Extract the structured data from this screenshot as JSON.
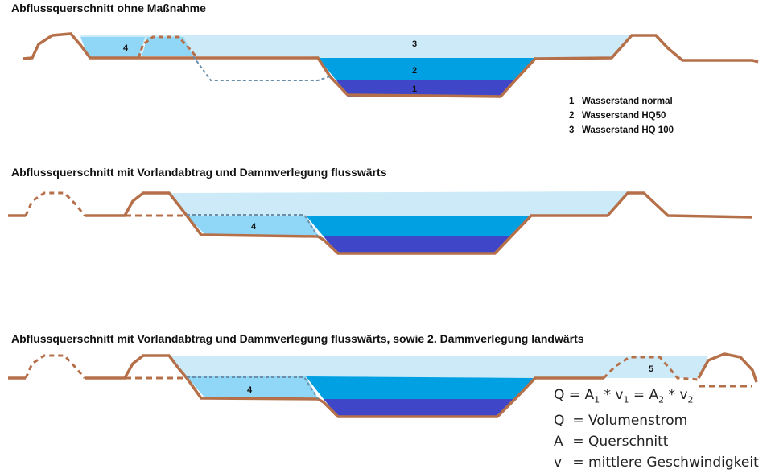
{
  "titles": {
    "t1": "Abflussquerschnitt ohne Maßnahme",
    "t2": "Abflussquerschnitt mit Vorlandabtrag und Dammverlegung flusswärts",
    "t3": "Abflussquerschnitt mit Vorlandabtrag und Dammverlegung flusswärts, sowie 2. Dammverlegung landwärts"
  },
  "labels": {
    "one": "1",
    "two": "2",
    "three": "3",
    "four": "4",
    "five": "5"
  },
  "legend": [
    {
      "num": "1",
      "text": "Wasserstand normal"
    },
    {
      "num": "2",
      "text": "Wasserstand HQ50"
    },
    {
      "num": "3",
      "text": "Wasserstand HQ 100"
    }
  ],
  "formula": {
    "q": "Q",
    "eq": " = A",
    "s1": "1",
    "star1": " * v",
    "s2": "1",
    "eq2": " = A",
    "s3": "2",
    "star2": " * v",
    "s4": "2",
    "line2_sym": "Q",
    "line2_text": "= Volumenstrom",
    "line3_sym": "A",
    "line3_text": "= Querschnitt",
    "line4_sym": "v",
    "line4_text": "= mittlere Geschwindigkeit"
  },
  "colors": {
    "ground": "#b5704a",
    "hq100": "#cdeaf8",
    "hq50": "#00a0e3",
    "normal": "#3f47c8",
    "zone4": "#8fd6f7"
  }
}
